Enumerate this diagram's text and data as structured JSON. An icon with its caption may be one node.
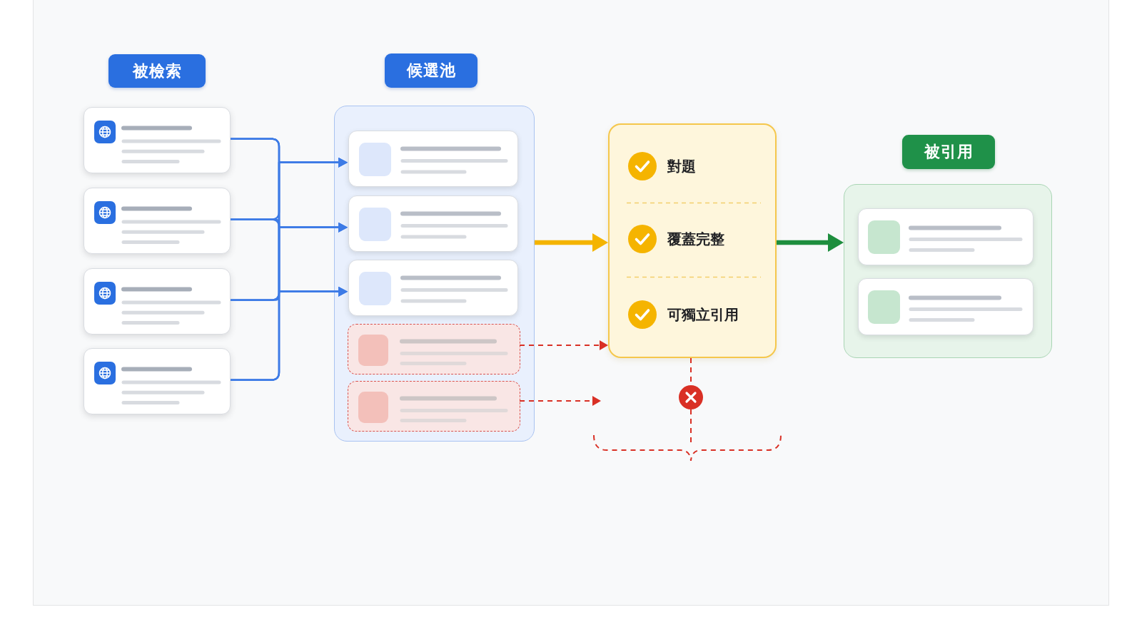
{
  "diagram": {
    "nodes": [
      {
        "text": [
          "被檢索"
        ]
      },
      {
        "text": [],
        "shape": "box"
      },
      {
        "text": [],
        "shape": "box"
      },
      {
        "text": [],
        "shape": "box"
      },
      {
        "text": [],
        "shape": "box"
      },
      {
        "text": [
          "候選池"
        ]
      },
      {
        "text": [],
        "shape": "box"
      },
      {
        "text": [],
        "shape": "box",
        "in": 6
      },
      {
        "text": [],
        "shape": "box",
        "in": 6
      },
      {
        "text": [],
        "shape": "box",
        "in": 6
      },
      {
        "text": [],
        "shape": "box",
        "in": 6
      },
      {
        "text": [],
        "shape": "box",
        "in": 6
      },
      {
        "text": [
          "對題",
          "覆蓋完整",
          "可獨立引用"
        ]
      },
      {
        "text": [],
        "shape": "circle"
      },
      {
        "text": [
          "被引用"
        ]
      },
      {
        "text": [],
        "shape": "box"
      },
      {
        "text": [],
        "shape": "box",
        "in": 15
      },
      {
        "text": [],
        "shape": "box",
        "in": 15
      }
    ],
    "edges": [
      {
        "from": 1,
        "to": 7,
        "arrow": "to"
      },
      {
        "from": 1,
        "to": 8,
        "arrow": "to"
      },
      {
        "from": 1,
        "to": 9,
        "arrow": "to"
      },
      {
        "from": 2,
        "to": 7,
        "arrow": "to"
      },
      {
        "from": 2,
        "to": 8,
        "arrow": "to"
      },
      {
        "from": 2,
        "to": 9,
        "arrow": "to"
      },
      {
        "from": 3,
        "to": 7,
        "arrow": "to"
      },
      {
        "from": 3,
        "to": 8,
        "arrow": "to"
      },
      {
        "from": 3,
        "to": 9,
        "arrow": "to"
      },
      {
        "from": 4,
        "to": 7,
        "arrow": "to"
      },
      {
        "from": 4,
        "to": 8,
        "arrow": "to"
      },
      {
        "from": 4,
        "to": 9,
        "arrow": "to"
      },
      {
        "from": 6,
        "to": 12,
        "arrow": "to",
        "style": "thick",
        "color": "#f4b400"
      },
      {
        "from": 10,
        "to": 12,
        "arrow": "to",
        "style": "dashed",
        "color": "#d93025"
      },
      {
        "from": 11,
        "to": null,
        "arrow": "to",
        "style": "dashed",
        "color": "#d93025"
      },
      {
        "from": 12,
        "to": 13,
        "arrow": "none",
        "style": "dashed",
        "color": "#d93025"
      },
      {
        "from": 13,
        "to": null,
        "arrow": "none",
        "style": "dashed",
        "color": "#d93025"
      },
      {
        "from": 12,
        "to": 15,
        "arrow": "to",
        "style": "thick",
        "color": "#1e8e3e"
      }
    ]
  }
}
